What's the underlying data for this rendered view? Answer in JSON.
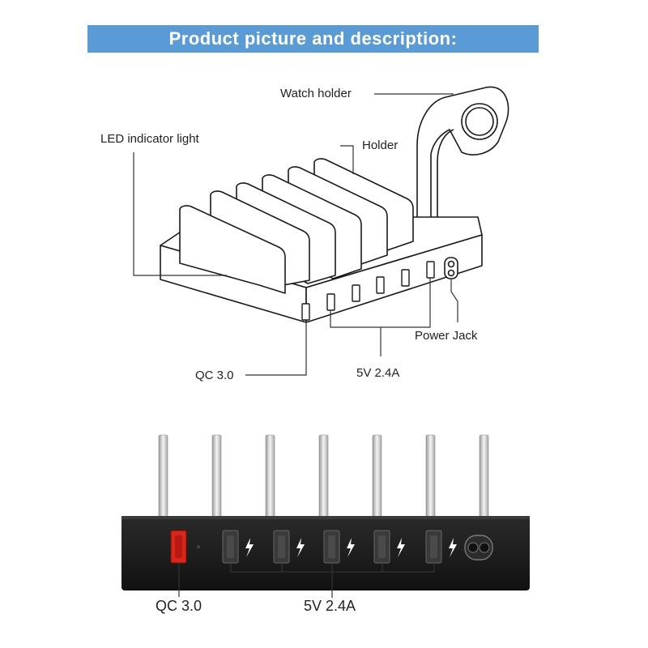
{
  "header": {
    "title": "Product picture and description:"
  },
  "diagram_top": {
    "labels": {
      "watch_holder": "Watch holder",
      "holder": "Holder",
      "led": "LED indicator light",
      "power_jack": "Power Jack",
      "five_v": "5V 2.4A",
      "qc": "QC 3.0"
    },
    "holder_count": 6,
    "usb_port_count": 6
  },
  "diagram_bottom": {
    "labels": {
      "qc": "QC 3.0",
      "five_v": "5V 2.4A"
    },
    "divider_count": 7,
    "charge_port_count": 5,
    "colors": {
      "body": "#1e1e1e",
      "qc_port": "#d9261c",
      "divider": "#c8c8c8"
    }
  },
  "colors": {
    "banner": "#5b9bd5",
    "line": "#333333"
  }
}
